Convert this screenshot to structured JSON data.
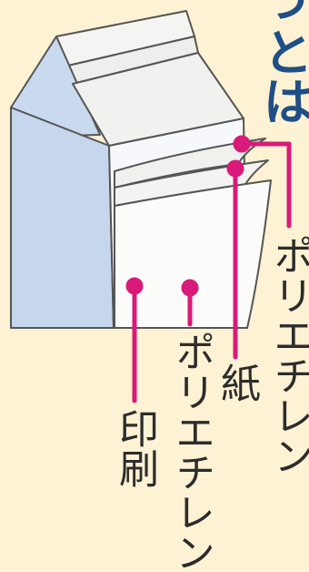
{
  "heading": {
    "partial_text": [
      "う",
      "とは"
    ]
  },
  "labels": {
    "outer_polyethylene": "ポリエチレン",
    "paper": "紙",
    "inner_polyethylene": "ポリエチレン",
    "printing": "印刷"
  },
  "colors": {
    "background": "#fdf2d3",
    "carton_front": "#f7f8fb",
    "carton_side": "#c6d6ec",
    "outline": "#555555",
    "leader_line": "#d81b7a",
    "heading_text": "#1f4f86",
    "label_text": "#2c2c2c"
  },
  "icons": {
    "carton": "milk-carton-illustration"
  }
}
